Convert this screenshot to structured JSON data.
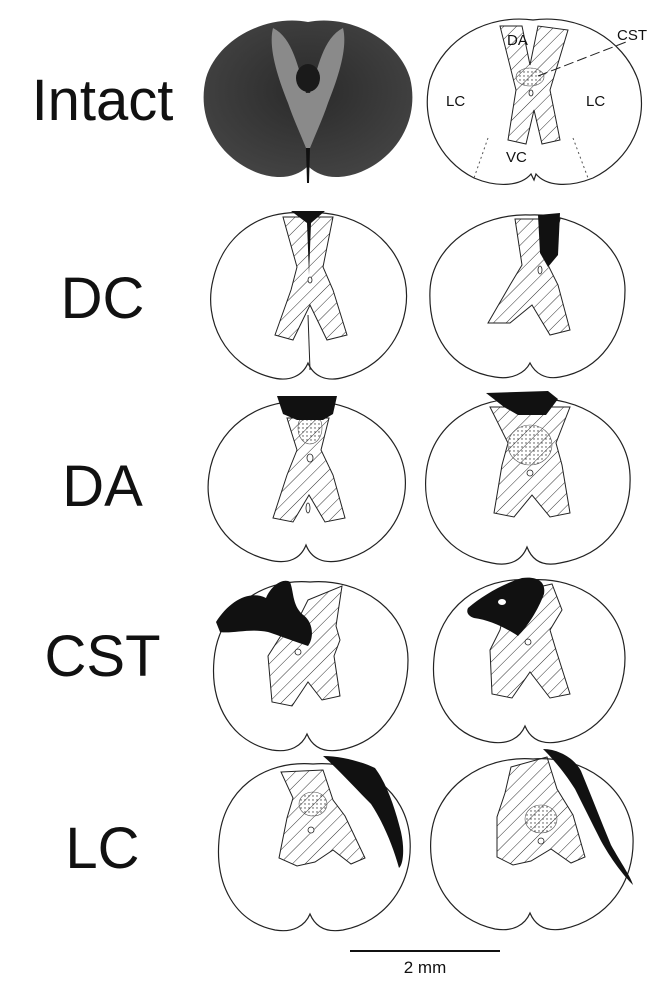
{
  "rows": [
    {
      "label": "Intact"
    },
    {
      "label": "DC"
    },
    {
      "label": "DA"
    },
    {
      "label": "CST"
    },
    {
      "label": "LC"
    }
  ],
  "annotations": {
    "da": "DA",
    "cst": "CST",
    "lc_left": "LC",
    "lc_right": "LC",
    "vc": "VC"
  },
  "scale_bar": {
    "label": "2 mm"
  },
  "colors": {
    "lesion": "#111111",
    "outline": "#222222",
    "background": "#ffffff"
  }
}
